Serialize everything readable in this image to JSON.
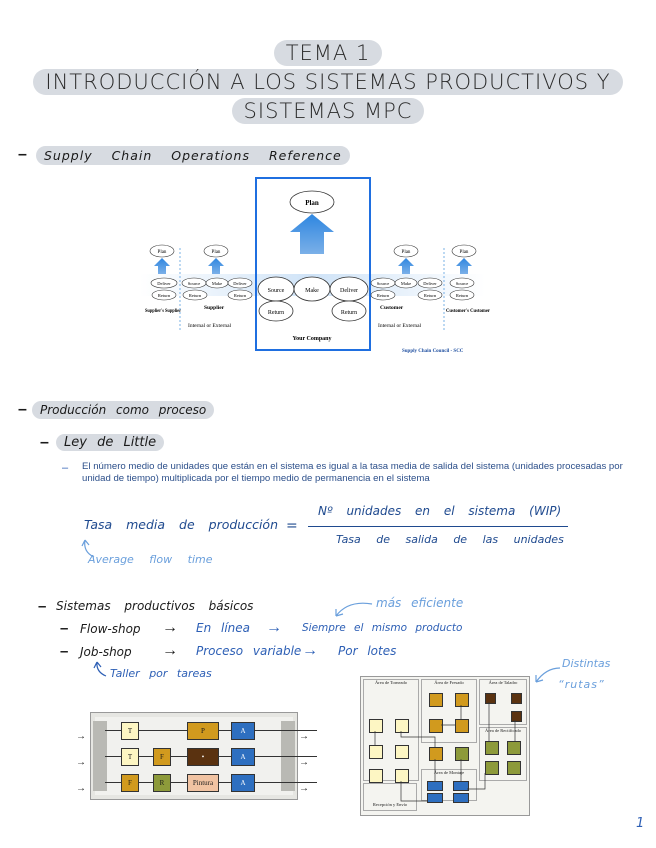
{
  "title": {
    "line1": "TEMA 1",
    "line2": "INTRODUCCIÓN A LOS SISTEMAS PRODUCTIVOS Y",
    "line3": "SISTEMAS MPC"
  },
  "section_scor": {
    "bullet": "–",
    "label": "Supply Chain Operations Reference"
  },
  "scor_diagram": {
    "plan": "Plan",
    "source": "Source",
    "make": "Make",
    "deliver": "Deliver",
    "return": "Return",
    "suppliers_supplier": "Supplier's Supplier",
    "supplier": "Supplier",
    "internal_or_external": "Internal or External",
    "your_company": "Your Company",
    "customer": "Customer",
    "customers_customer": "Customer's Customer",
    "credit": "Supply Chain Council - SCC"
  },
  "section_produccion": {
    "bullet": "–",
    "label": "Producción como proceso"
  },
  "little": {
    "bullet": "–",
    "label": "Ley de Little",
    "sub_bullet": "–",
    "text": "El número medio de unidades que están en el sistema es igual a la tasa media de salida del sistema (unidades procesadas por unidad de tiempo) multiplicada por el tiempo medio de permanencia en el sistema"
  },
  "formula": {
    "lhs": "Tasa media de producción",
    "equals": "=",
    "numerator": "Nº unidades en el sistema (WIP)",
    "denominator": "Tasa de salida de las unidades",
    "note": "Average flow time"
  },
  "sistemas": {
    "bullet": "–",
    "label": "Sistemas productivos básicos",
    "note_top": "más eficiente",
    "flow_shop": {
      "bullet": "–",
      "label": "Flow-shop",
      "arrow": "→",
      "item1": "En línea",
      "item2": "Siempre el mismo producto"
    },
    "job_shop": {
      "bullet": "–",
      "label": "Job-shop",
      "arrow": "→",
      "item1": "Proceso variable",
      "item2": "Por lotes"
    },
    "note_job": "Taller por tareas",
    "note_rutas_1": "Distintas",
    "note_rutas_2": "“rutas”"
  },
  "flow_diagram": {
    "rows": [
      [
        "T",
        "",
        "P",
        "A"
      ],
      [
        "T",
        "F",
        "•",
        "A"
      ],
      [
        "F",
        "R",
        "Pintura",
        "A"
      ]
    ]
  },
  "job_diagram": {
    "areas": [
      "Área de Torneado",
      "Área de Fresado",
      "Área de Taladro",
      "Área de Rectificado",
      "Área de Montaje",
      "Recepción y Envío"
    ]
  },
  "page_number": "1",
  "colors": {
    "highlight": "#d7dbe1",
    "ink_blue": "#2d5fb5",
    "light_blue": "#6a9fdc",
    "frame_blue": "#1f6fe0"
  }
}
